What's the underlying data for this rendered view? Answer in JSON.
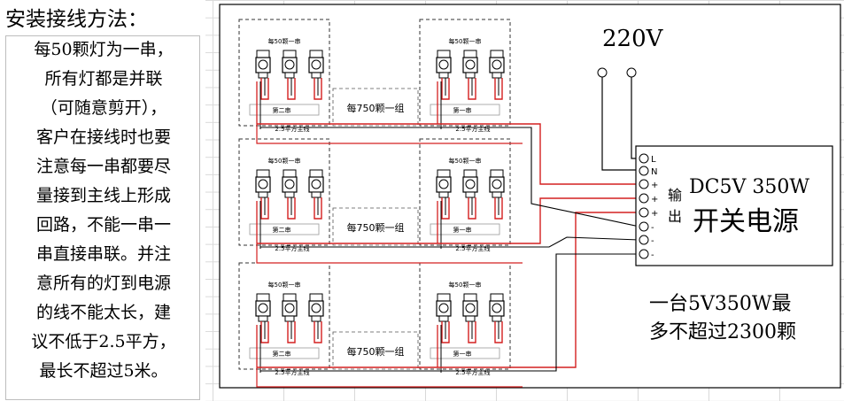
{
  "title": "安装接线方法：",
  "instructions": [
    "每50颗灯为一串，",
    "所有灯都是并联",
    "（可随意剪开），",
    "客户在接线时也要",
    "注意每一串都要尽",
    "量接到主线上形成",
    "回路，不能一串一",
    "串直接串联。并注",
    "意所有的灯到电源",
    "的线不能太长，建",
    "议不低于2.5平方，",
    "最长不超过5米。"
  ],
  "voltage_label": "220V",
  "power_supply": {
    "model_line1": "DC5V  350W",
    "model_line2": "开关电源",
    "output_label_1": "输",
    "output_label_2": "出",
    "terminals": [
      "L",
      "N",
      "+",
      "+",
      "+",
      "-",
      "-",
      "-"
    ]
  },
  "capacity_note": {
    "line1": "一台5V350W最",
    "line2": "多不超过2300颗"
  },
  "string_label": "每50颗一串",
  "group_label": "每750颗一组",
  "first_string_label": "第一串",
  "second_string_label": "第二串",
  "main_wire_label": "2.5平方主线",
  "colors": {
    "wire_red": "#d42020",
    "wire_black": "#000000"
  }
}
